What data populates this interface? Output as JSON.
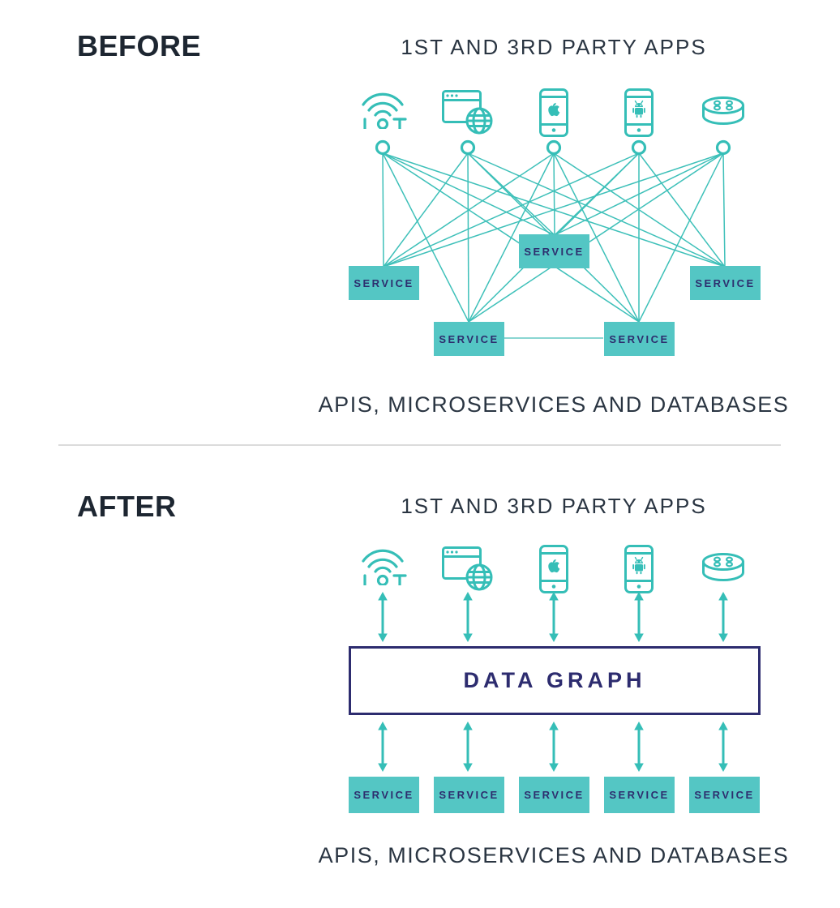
{
  "colors": {
    "teal_stroke": "#35BEB7",
    "teal_fill": "#54C6C4",
    "navy": "#2D2E6E",
    "data_graph_border": "#2D2C6F",
    "title_text": "#1D2631",
    "slate_text": "#2A3542",
    "divider": "#DBDBDB"
  },
  "before": {
    "title": "BEFORE",
    "apps_heading": "1ST AND 3RD PARTY APPS",
    "device_icons": [
      "iot-icon",
      "web-browser-icon",
      "iphone-icon",
      "android-phone-icon",
      "smart-speaker-icon"
    ],
    "services": [
      "SERVICE",
      "SERVICE",
      "SERVICE",
      "SERVICE",
      "SERVICE"
    ],
    "caption": "APIS, MICROSERVICES AND DATABASES"
  },
  "after": {
    "title": "AFTER",
    "apps_heading": "1ST AND 3RD PARTY APPS",
    "device_icons": [
      "iot-icon",
      "web-browser-icon",
      "iphone-icon",
      "android-phone-icon",
      "smart-speaker-icon"
    ],
    "data_graph_label": "DATA GRAPH",
    "services": [
      "SERVICE",
      "SERVICE",
      "SERVICE",
      "SERVICE",
      "SERVICE"
    ],
    "caption": "APIS, MICROSERVICES AND DATABASES"
  }
}
